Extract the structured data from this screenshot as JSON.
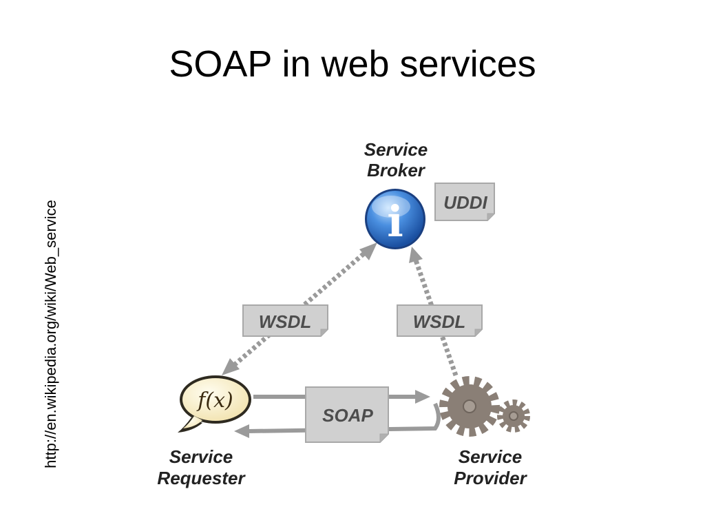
{
  "slide": {
    "title": "SOAP in web services",
    "source_url": "http://en.wikipedia.org/wiki/Web_service"
  },
  "diagram": {
    "nodes": {
      "broker": {
        "line1": "Service",
        "line2": "Broker",
        "icon": "info-icon",
        "badge": "i"
      },
      "requester": {
        "line1": "Service",
        "line2": "Requester",
        "icon": "function-bubble-icon",
        "badge": "f(x)"
      },
      "provider": {
        "line1": "Service",
        "line2": "Provider",
        "icon": "gears-icon"
      }
    },
    "documents": {
      "uddi": "UDDI",
      "wsdl_left": "WSDL",
      "wsdl_right": "WSDL",
      "soap": "SOAP"
    },
    "colors": {
      "arrow": "#9a9a9a",
      "document_fill": "#d0d0d0",
      "gear": "#8a7f76",
      "info_blue": "#2f6fc6",
      "bubble": "#fbf3d2"
    }
  }
}
